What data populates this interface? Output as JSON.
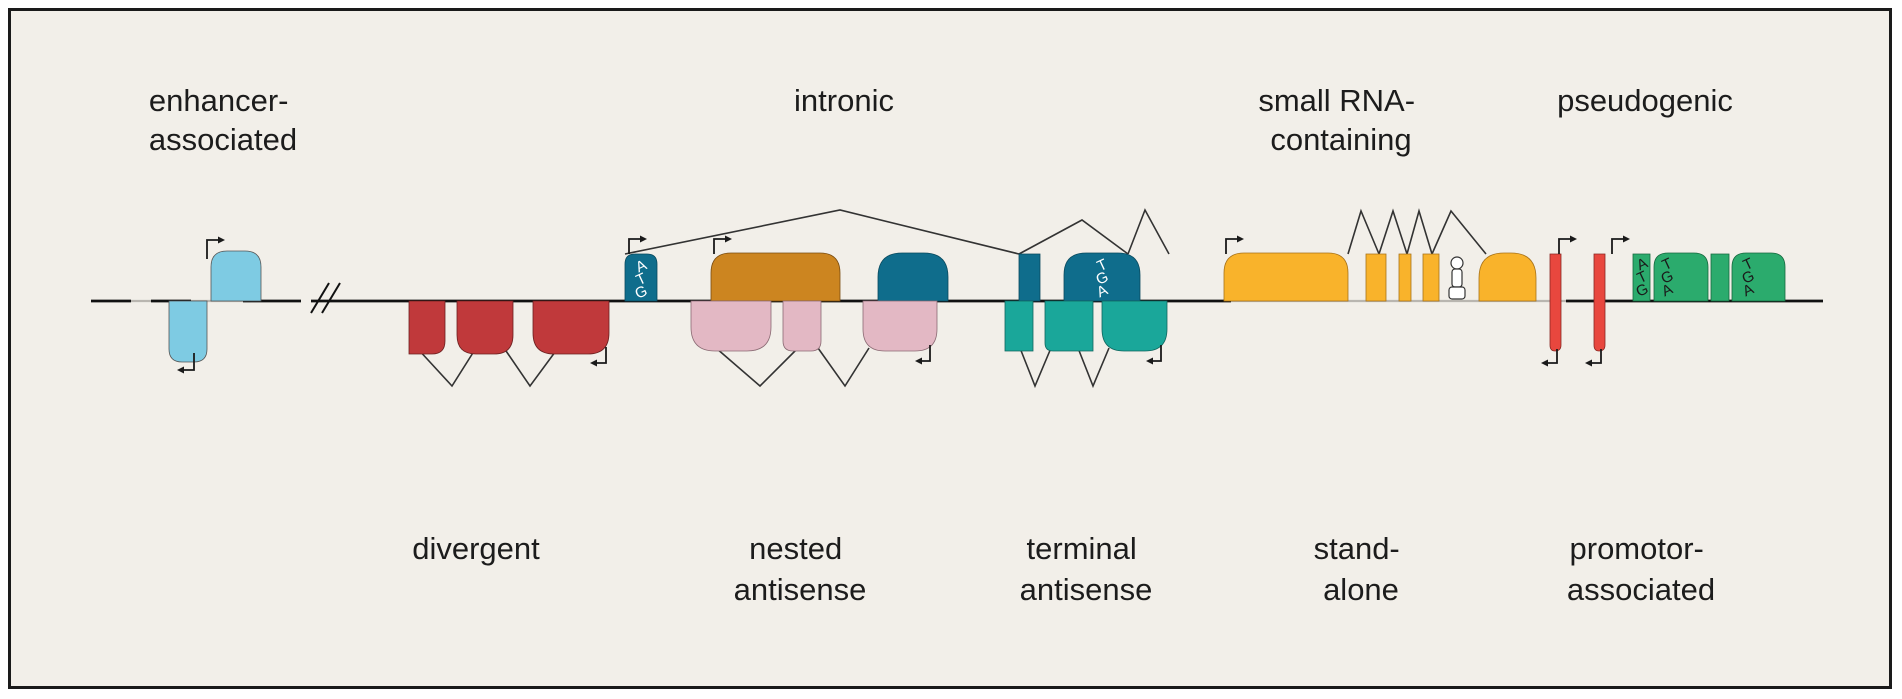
{
  "labels": {
    "enhancer": [
      "enhancer-",
      "associated"
    ],
    "intronic": [
      "intronic"
    ],
    "small_rna": [
      "small RNA-",
      "containing"
    ],
    "pseudogenic": [
      "pseudogenic"
    ],
    "divergent": [
      "divergent"
    ],
    "nested": [
      "nested",
      "antisense"
    ],
    "terminal": [
      "terminal",
      "antisense"
    ],
    "standalone": [
      "stand-",
      "alone"
    ],
    "promotor": [
      "promotor-",
      "associated"
    ]
  },
  "codons": {
    "start": [
      "A",
      "T",
      "G"
    ],
    "stop": [
      "T",
      "G",
      "A"
    ]
  },
  "colors": {
    "background": "#f2efe9",
    "enhancer": "#7ecbe3",
    "divergent": "#c0393b",
    "intronic_teal": "#0f6d8c",
    "intronic_orange": "#cc8520",
    "nested": "#e3b8c4",
    "terminal": "#1aa79a",
    "standalone": "#f9b32b",
    "pseudogenic": "#2bab6d",
    "promotor": "#e8473e"
  }
}
